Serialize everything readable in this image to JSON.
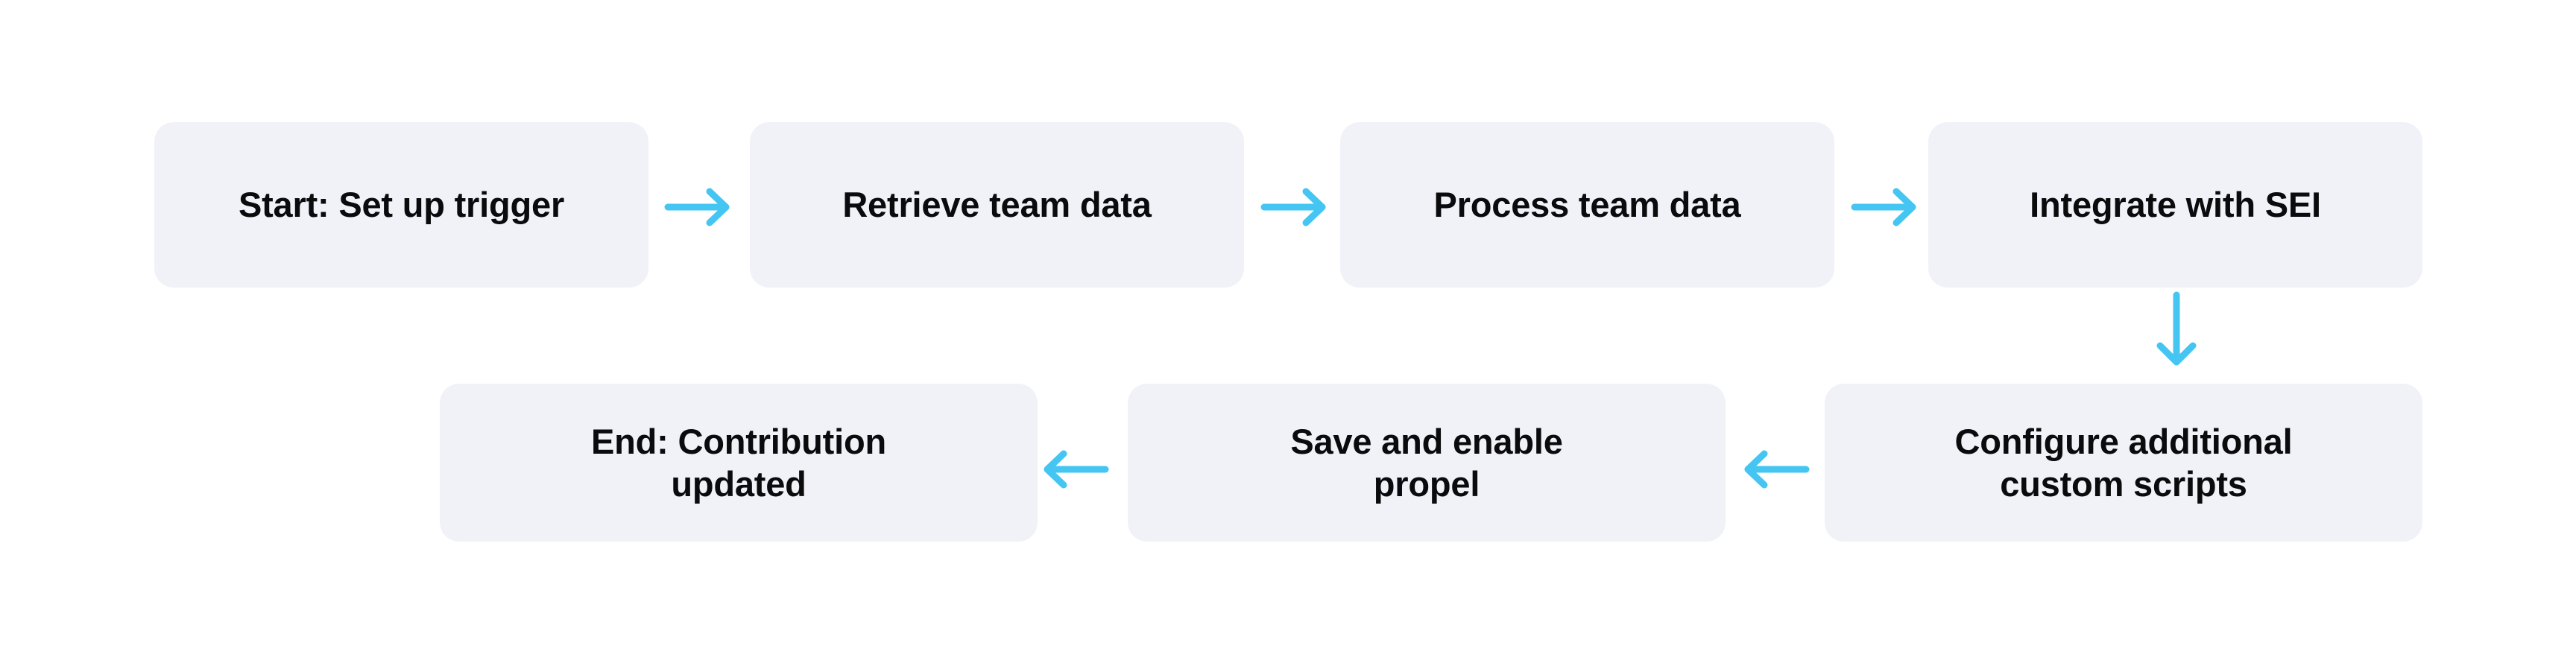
{
  "diagram": {
    "title": "Workflow flowchart",
    "colors": {
      "node_fill": "#f1f2f7",
      "node_text": "#0b0b0d",
      "arrow": "#45c6f2",
      "background": "#ffffff"
    },
    "nodes": [
      {
        "id": "start",
        "label": "Start: Set up trigger",
        "row": 1,
        "order": 1
      },
      {
        "id": "retrieve",
        "label": "Retrieve team data",
        "row": 1,
        "order": 2
      },
      {
        "id": "process",
        "label": "Process team data",
        "row": 1,
        "order": 3
      },
      {
        "id": "integrate",
        "label": "Integrate with SEI",
        "row": 1,
        "order": 4
      },
      {
        "id": "configure",
        "label": "Configure additional\ncustom scripts",
        "row": 2,
        "order": 1
      },
      {
        "id": "save",
        "label": "Save and enable\npropel",
        "row": 2,
        "order": 2
      },
      {
        "id": "end",
        "label": "End: Contribution\nupdated",
        "row": 2,
        "order": 3
      }
    ],
    "edges": [
      {
        "id": "e1",
        "from": "start",
        "to": "retrieve",
        "direction": "right"
      },
      {
        "id": "e2",
        "from": "retrieve",
        "to": "process",
        "direction": "right"
      },
      {
        "id": "e3",
        "from": "process",
        "to": "integrate",
        "direction": "right"
      },
      {
        "id": "e4",
        "from": "integrate",
        "to": "configure",
        "direction": "down"
      },
      {
        "id": "e5",
        "from": "configure",
        "to": "save",
        "direction": "left"
      },
      {
        "id": "e6",
        "from": "save",
        "to": "end",
        "direction": "left"
      }
    ]
  }
}
